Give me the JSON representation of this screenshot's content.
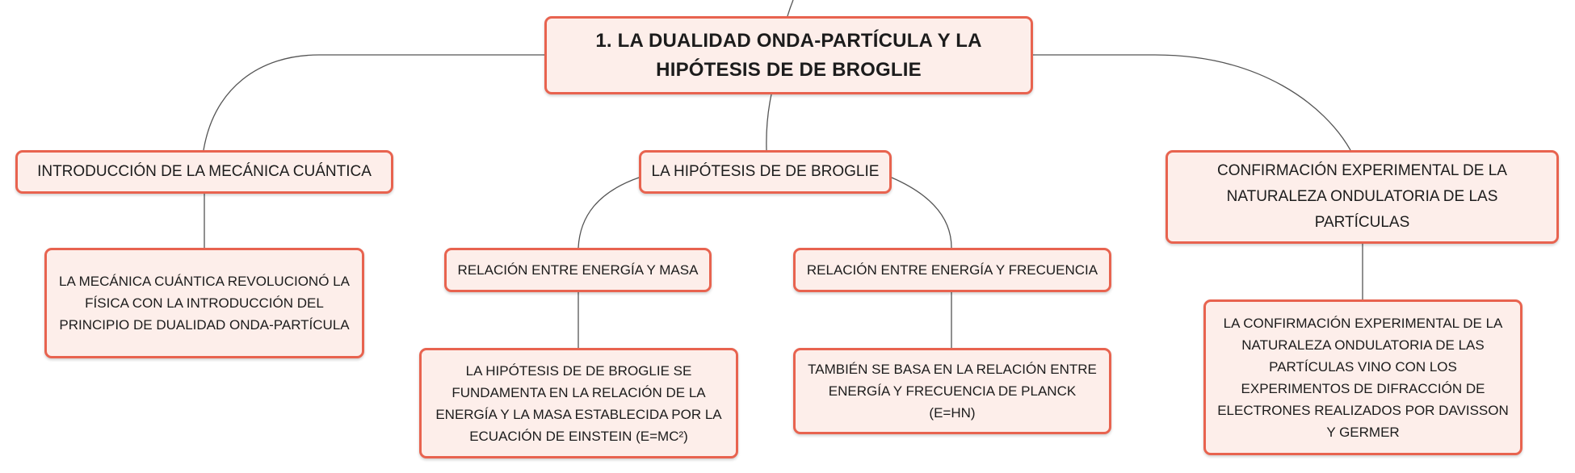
{
  "root": {
    "title": "1. LA DUALIDAD ONDA-PARTÍCULA Y LA HIPÓTESIS DE DE BROGLIE"
  },
  "branches": {
    "intro": {
      "label": "INTRODUCCIÓN DE LA MECÁNICA CUÁNTICA",
      "detail": "LA MECÁNICA CUÁNTICA REVOLUCIONÓ LA FÍSICA CON LA INTRODUCCIÓN DEL PRINCIPIO DE DUALIDAD ONDA-PARTÍCULA"
    },
    "hypothesis": {
      "label": "LA HIPÓTESIS DE DE BROGLIE",
      "children": {
        "mass": {
          "label": "RELACIÓN ENTRE ENERGÍA Y MASA",
          "detail": "LA HIPÓTESIS DE DE BROGLIE SE FUNDAMENTA EN LA RELACIÓN DE LA ENERGÍA Y LA MASA ESTABLECIDA POR LA ECUACIÓN DE EINSTEIN (E=MC²)"
        },
        "frequency": {
          "label": "RELACIÓN ENTRE ENERGÍA Y FRECUENCIA",
          "detail": "TAMBIÉN SE BASA EN LA RELACIÓN ENTRE ENERGÍA Y FRECUENCIA DE PLANCK (E=HN)"
        }
      }
    },
    "confirmation": {
      "label": "CONFIRMACIÓN EXPERIMENTAL DE LA NATURALEZA ONDULATORIA DE LAS PARTÍCULAS",
      "detail": "LA CONFIRMACIÓN EXPERIMENTAL DE LA NATURALEZA ONDULATORIA DE LAS PARTÍCULAS VINO CON LOS EXPERIMENTOS DE DIFRACCIÓN DE ELECTRONES REALIZADOS POR DAVISSON Y GERMER"
    }
  },
  "colors": {
    "node_border": "#e8634f",
    "node_fill": "#fdeeea",
    "connector": "#555555",
    "text": "#1c1c1c"
  }
}
